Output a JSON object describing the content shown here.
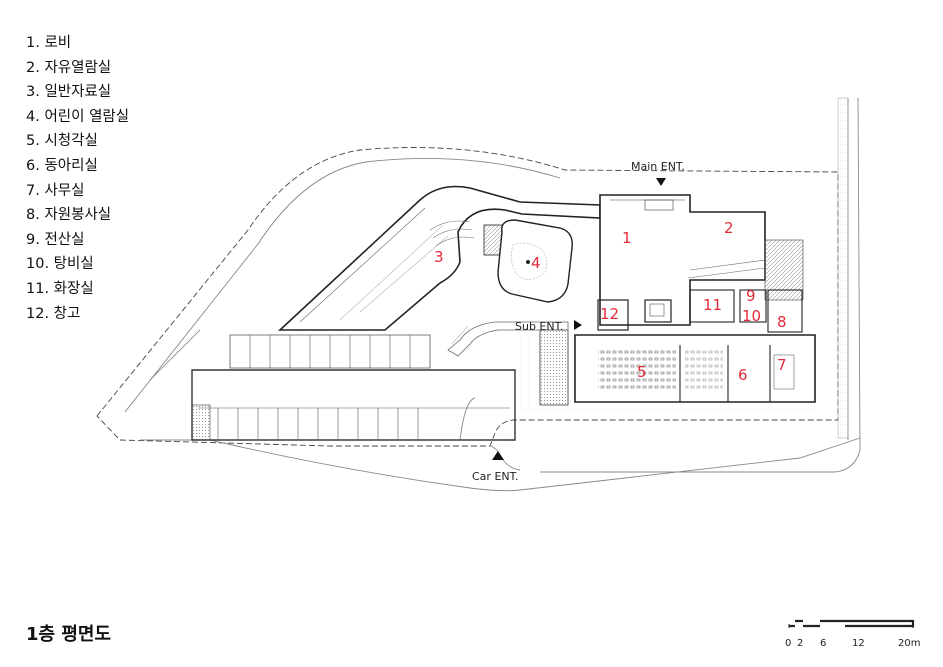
{
  "legend": [
    "1. 로비",
    "2. 자유열람실",
    "3. 일반자료실",
    "4. 어린이 열람실",
    "5. 시청각실",
    "6. 동아리실",
    "7. 사무실",
    "8. 자원봉사실",
    "9. 전산실",
    "10. 탕비실",
    "11. 화장실",
    "12. 창고"
  ],
  "rooms": [
    "1",
    "2",
    "3",
    "4",
    "5",
    "6",
    "7",
    "8",
    "9",
    "10",
    "11",
    "12"
  ],
  "entrances": {
    "main": "Main ENT.",
    "sub": "Sub ENT.",
    "car": "Car ENT."
  },
  "title": "1층 평면도",
  "scale": {
    "ticks": [
      "0",
      "2",
      "6",
      "12",
      "20m"
    ]
  },
  "colors": {
    "room_label": "#e32c3a",
    "line": "#333333"
  }
}
